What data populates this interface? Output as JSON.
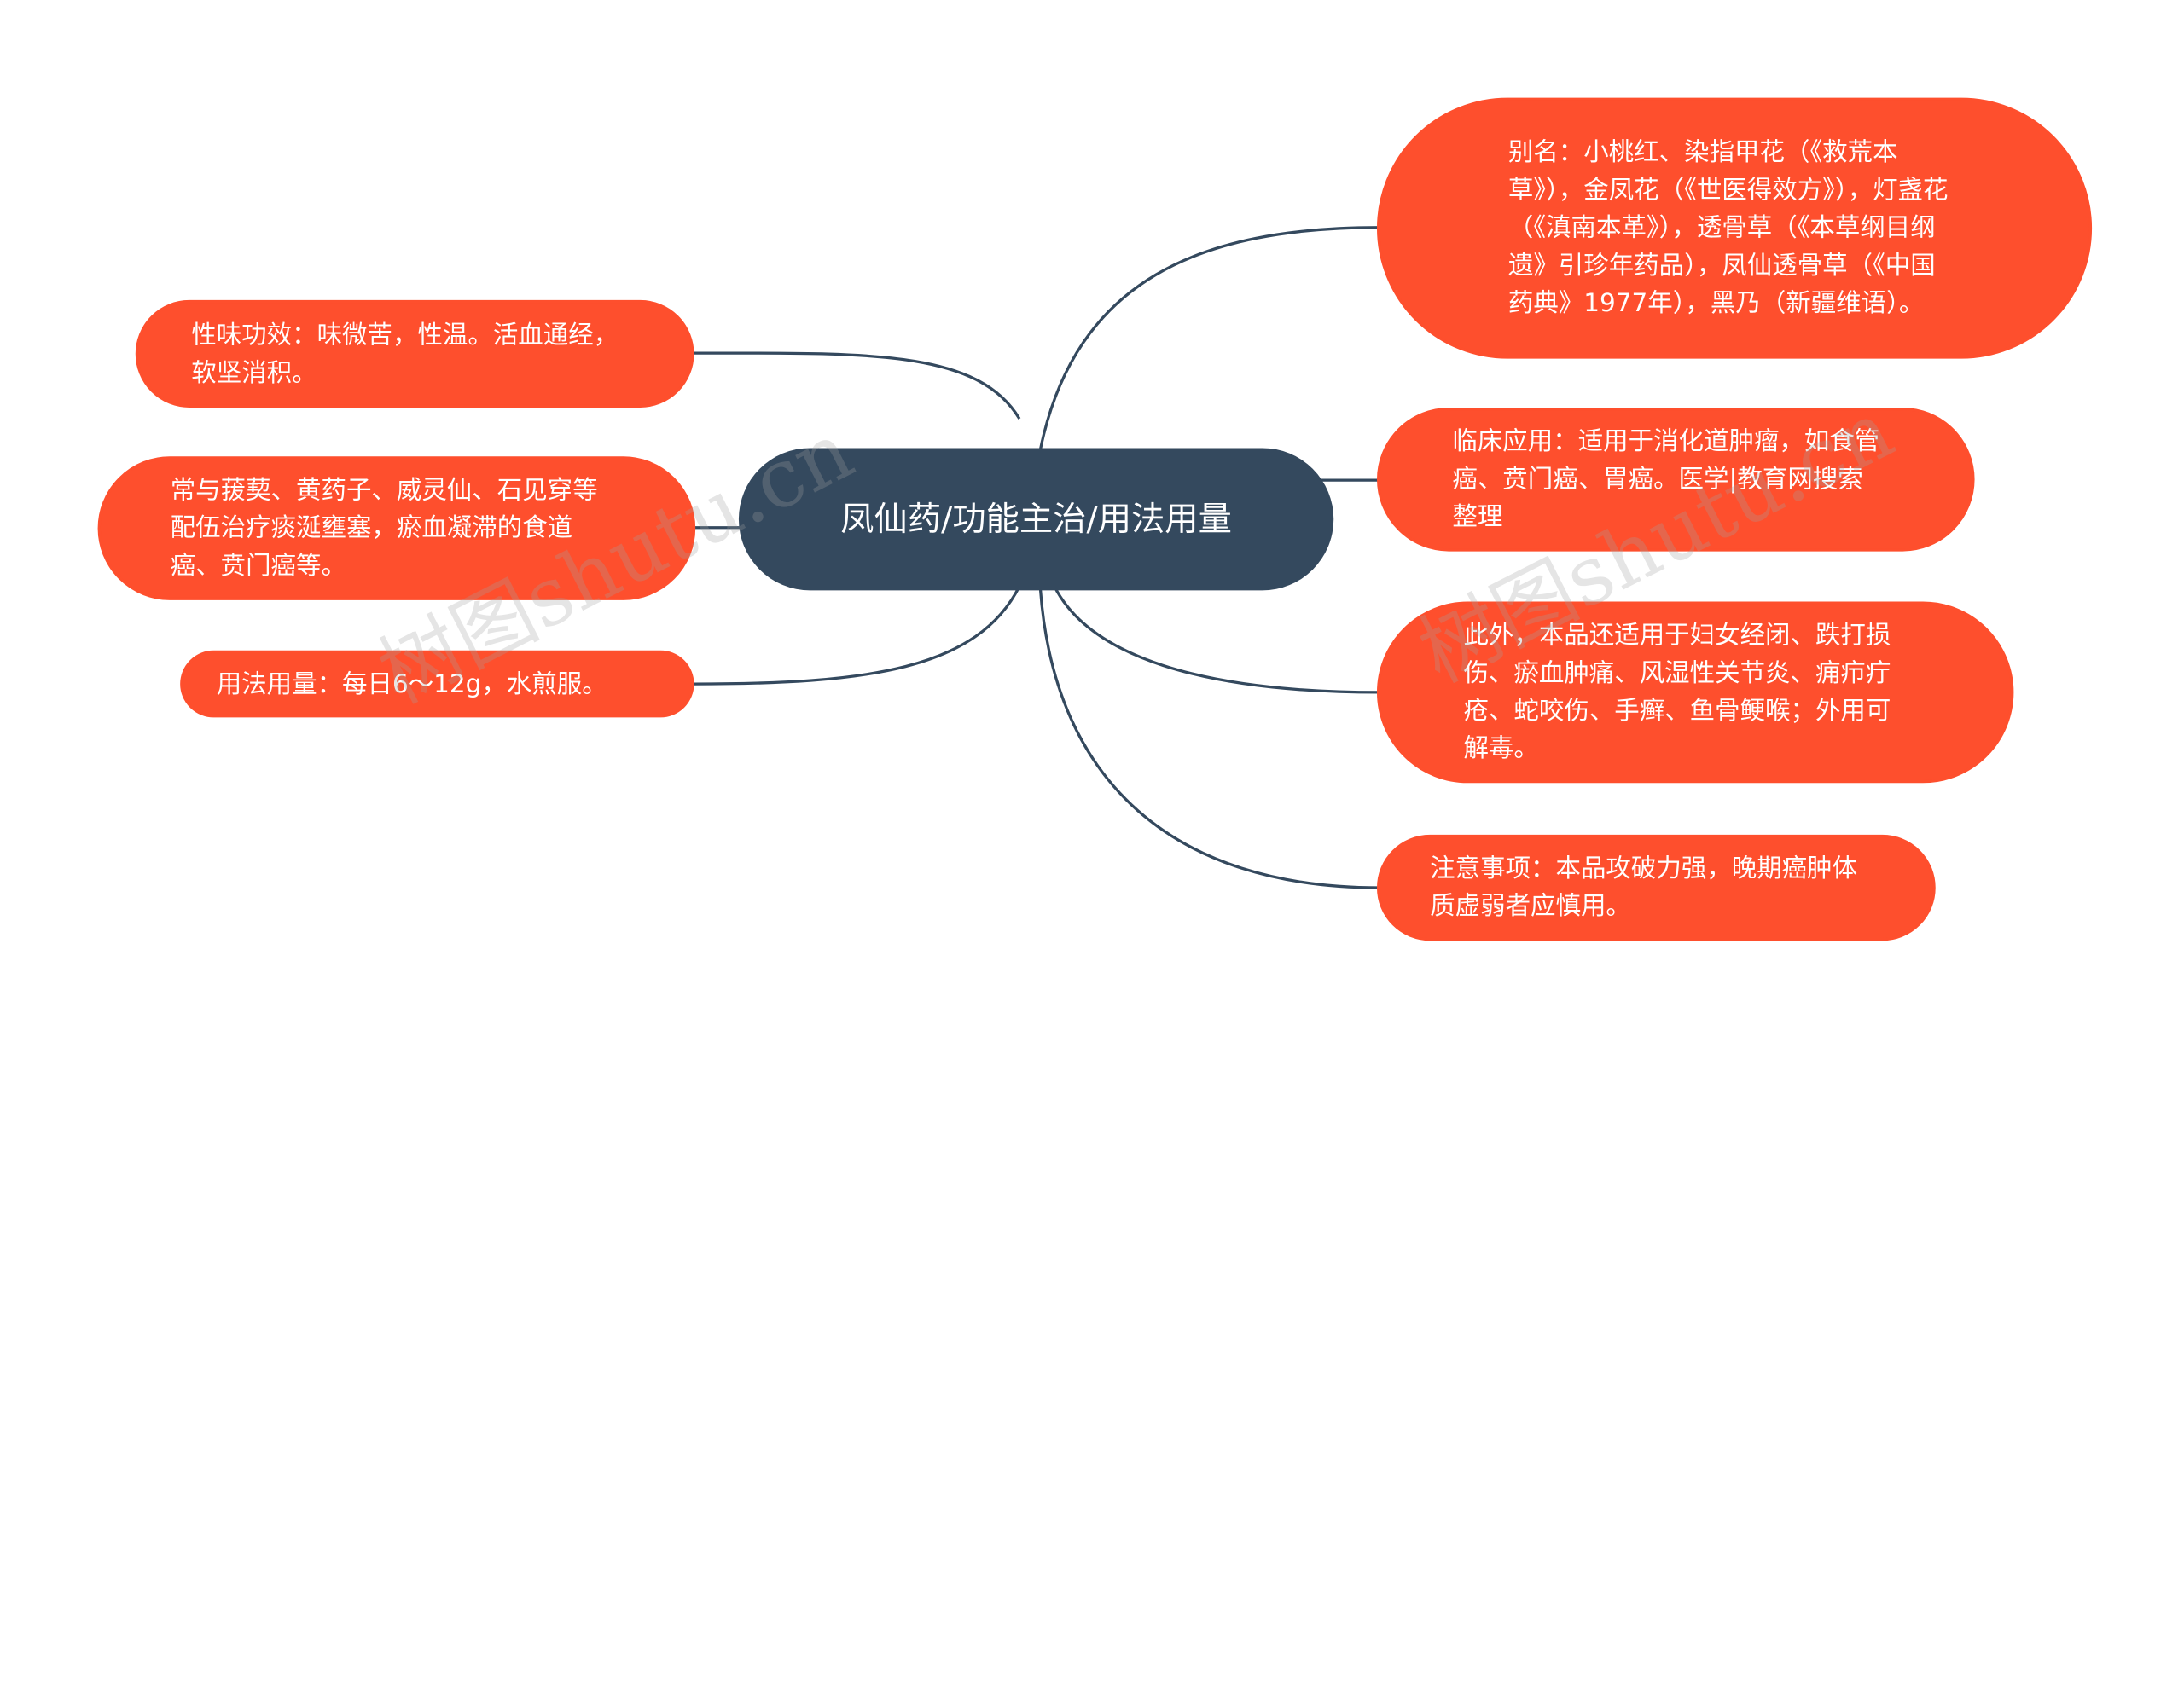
{
  "center": {
    "label": "凤仙药/功能主治/用法用量"
  },
  "left_branches": [
    {
      "id": "flavor",
      "label": "性味功效：味微苦，性温。活血通经，软坚消积。"
    },
    {
      "id": "combination",
      "label": "常与菝葜、黄药子、威灵仙、石见穿等配伍治疗痰涎壅塞，瘀血凝滞的食道癌、贲门癌等。"
    },
    {
      "id": "dosage",
      "label": "用法用量：每日6～12g，水煎服。"
    }
  ],
  "right_branches": [
    {
      "id": "alias",
      "label": "别名：小桃红、染指甲花（《救荒本草》），金凤花（《世医得效方》），灯盏花（《滇南本革》），透骨草（《本草纲目纲遗》引珍年药品），凤仙透骨草（《中国药典》1977年），黑乃（新疆维语）。"
    },
    {
      "id": "clinical",
      "label": "临床应用：适用于消化道肿瘤，如食管癌、贲门癌、胃癌。医学|教育网搜索整理"
    },
    {
      "id": "other",
      "label": "此外，本品还适用于妇女经闭、跌打损伤、瘀血肿痛、风湿性关节炎、痈疖疔疮、蛇咬伤、手癣、鱼骨鲠喉；外用可解毒。"
    },
    {
      "id": "caution",
      "label": "注意事项：本品攻破力强，晚期癌肿体质虚弱者应慎用。"
    }
  ],
  "colors": {
    "center_bg": "#34495e",
    "branch_bg": "#fe4f2d",
    "link": "#34495e",
    "text": "#ffffff"
  },
  "watermark": {
    "text_left": "树图shutu.cn",
    "text_right": "树图shutu.cn"
  }
}
